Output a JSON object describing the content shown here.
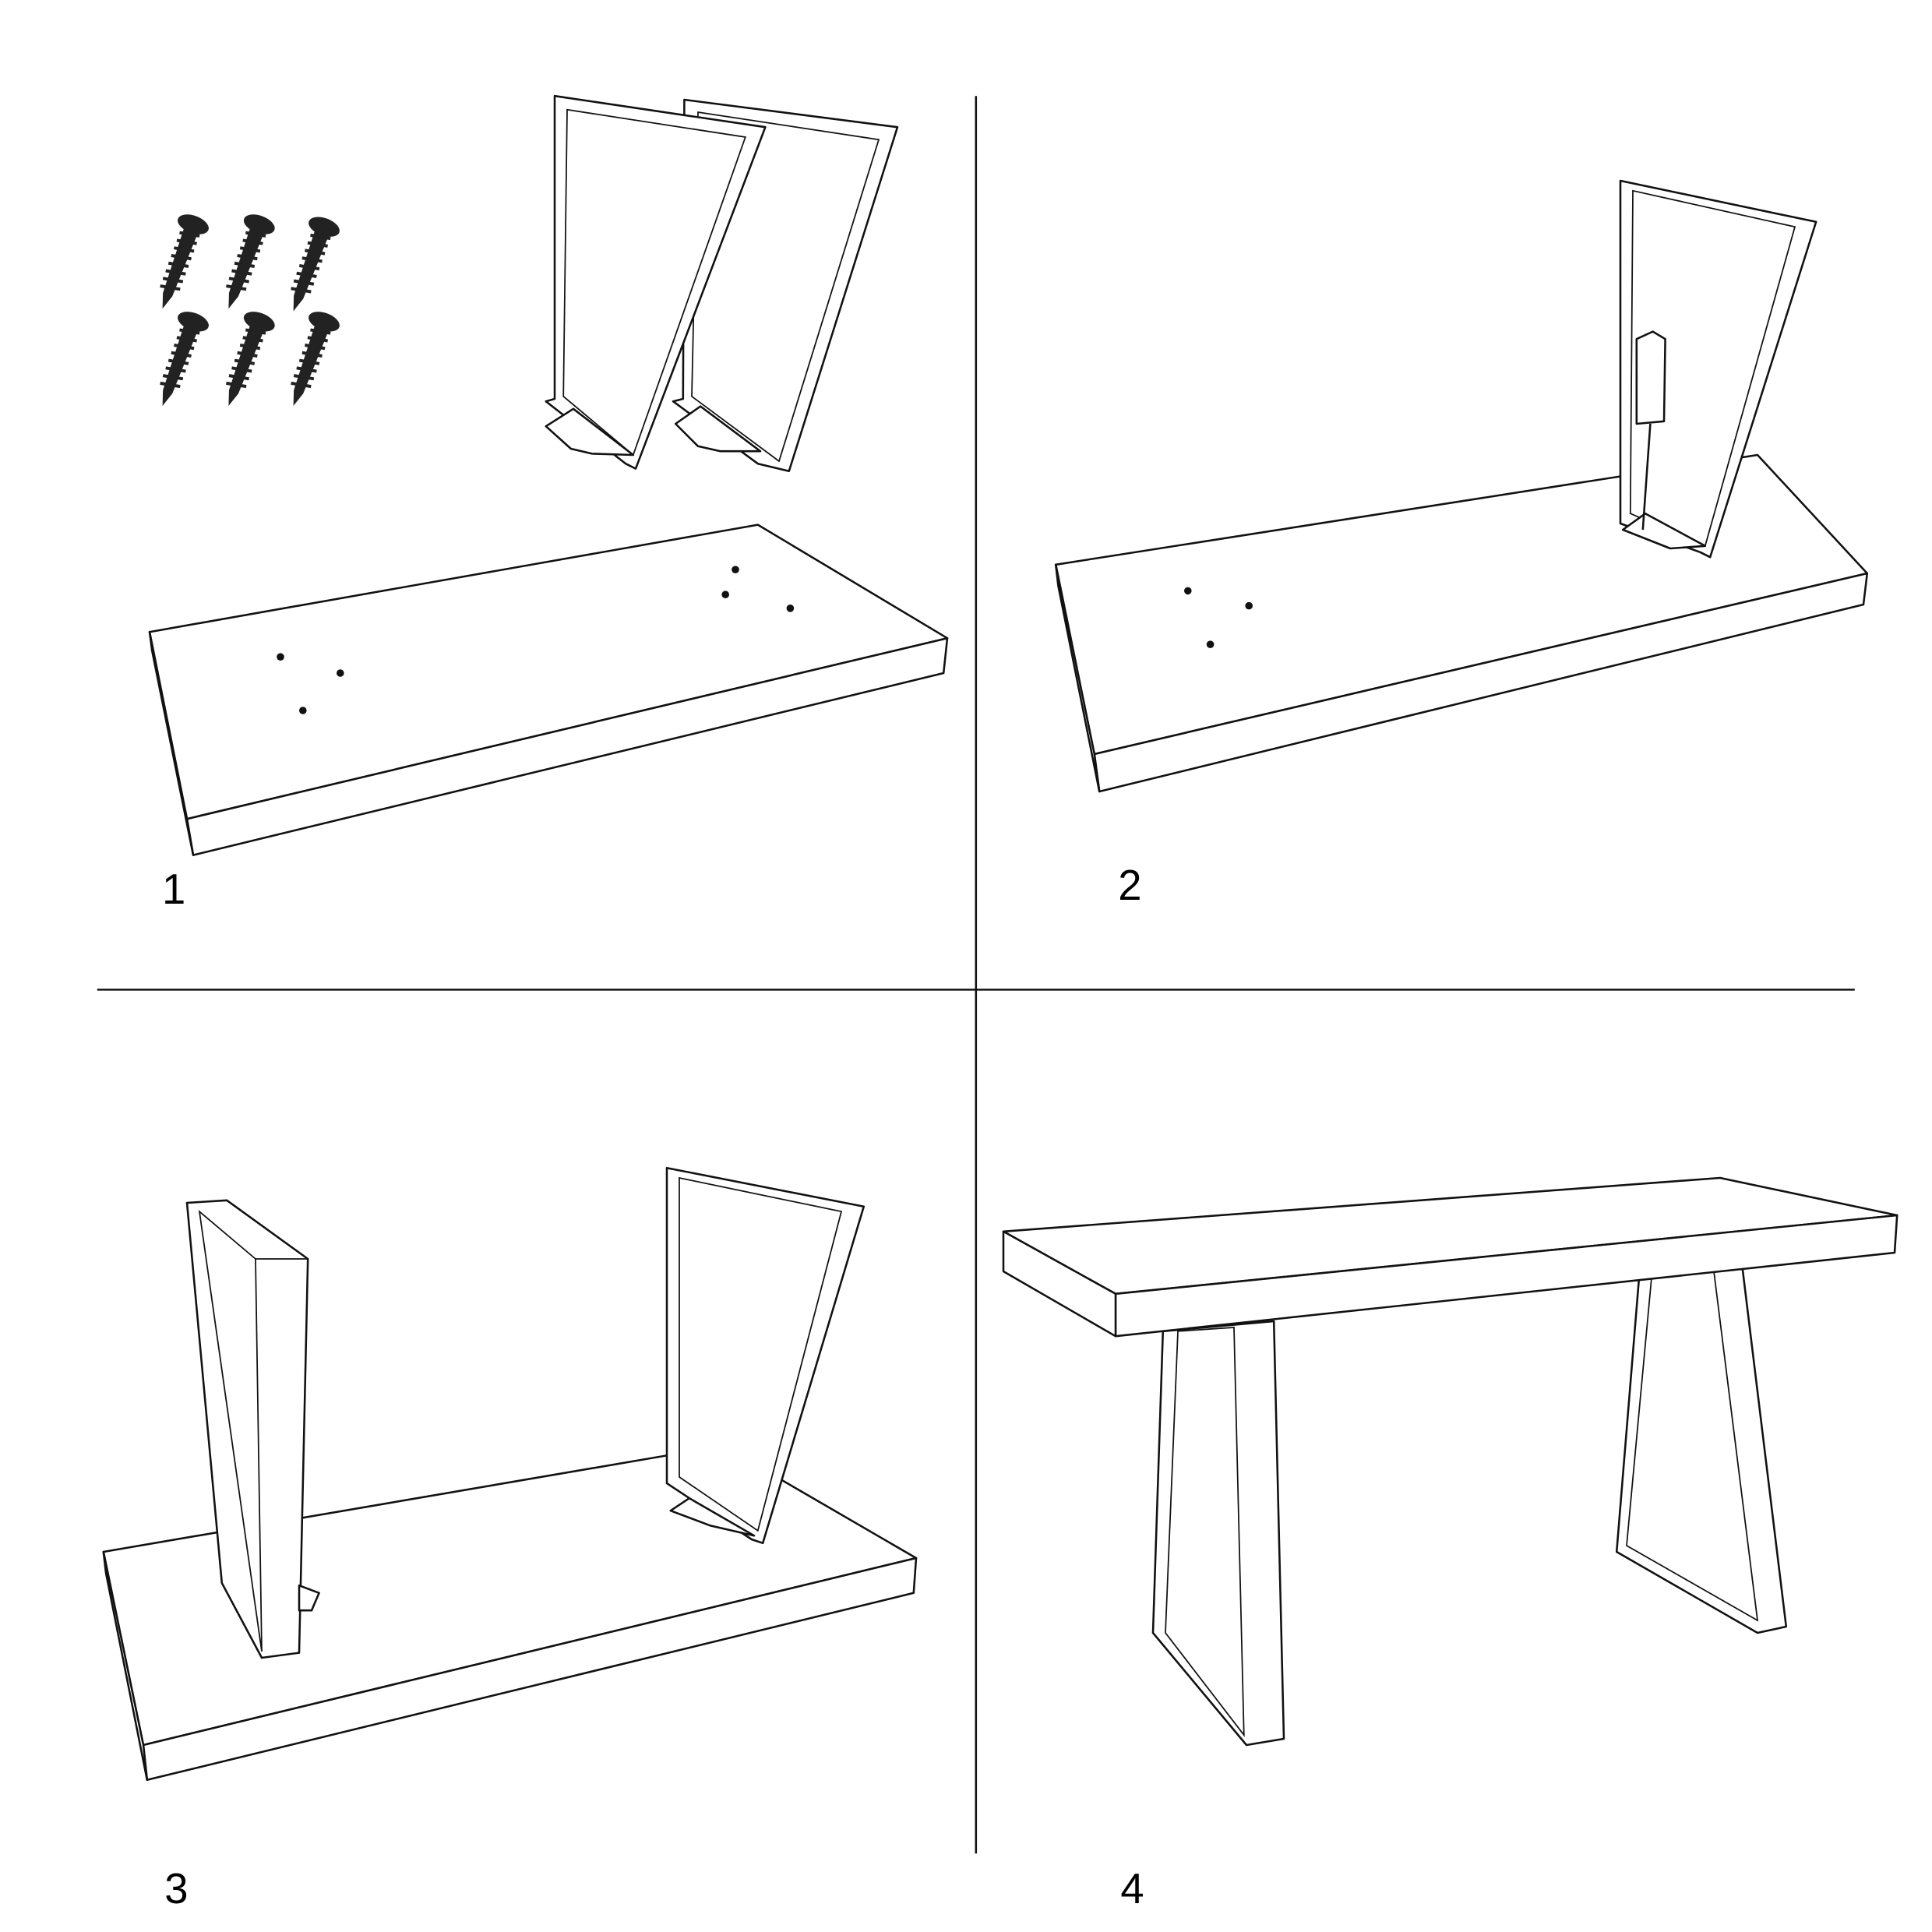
{
  "steps": [
    {
      "number": "1",
      "description_icons": [
        "screws",
        "table-legs",
        "tabletop-with-holes"
      ]
    },
    {
      "number": "2",
      "description_icons": [
        "tabletop",
        "leg",
        "screwdriver"
      ]
    },
    {
      "number": "3",
      "description_icons": [
        "tabletop",
        "two-legs"
      ]
    },
    {
      "number": "4",
      "description_icons": [
        "assembled-table"
      ]
    }
  ],
  "colors": {
    "line": "#111111",
    "background": "#ffffff"
  }
}
